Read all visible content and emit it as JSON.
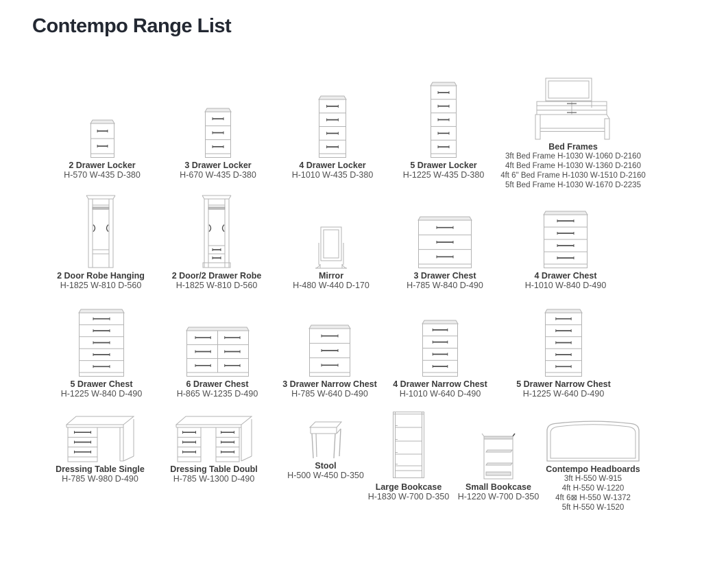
{
  "page": {
    "title": "Contempo Range List"
  },
  "colors": {
    "art_line": "#b3b3b3",
    "art_lid_fill": "#ececec",
    "handle": "#4f4f4f",
    "title_text": "#232832",
    "label_text": "#3a3a3a",
    "dims_text": "#4f4f4f"
  },
  "items": [
    {
      "name": "2 Drawer Locker",
      "dims": "H-570 W-435 D-380"
    },
    {
      "name": "3 Drawer Locker",
      "dims": "H-670 W-435 D-380"
    },
    {
      "name": "4 Drawer Locker",
      "dims": "H-1010 W-435 D-380"
    },
    {
      "name": "5 Drawer Locker",
      "dims": "H-1225 W-435 D-380"
    },
    {
      "name": "Bed Frames",
      "lines": [
        "3ft Bed Frame H-1030 W-1060 D-2160",
        "4ft Bed Frame H-1030 W-1360 D-2160",
        "4ft 6\" Bed Frame H-1030 W-1510 D-2160",
        "5ft Bed Frame H-1030 W-1670 D-2235"
      ]
    },
    {
      "name": "2 Door Robe Hanging",
      "dims": "H-1825 W-810 D-560"
    },
    {
      "name": "2 Door/2 Drawer Robe",
      "dims": "H-1825 W-810 D-560"
    },
    {
      "name": "Mirror",
      "dims": "H-480 W-440 D-170"
    },
    {
      "name": "3 Drawer Chest",
      "dims": "H-785 W-840 D-490"
    },
    {
      "name": "4 Drawer Chest",
      "dims": "H-1010 W-840 D-490"
    },
    {
      "name": "5 Drawer Chest",
      "dims": "H-1225 W-840 D-490"
    },
    {
      "name": "6 Drawer Chest",
      "dims": "H-865 W-1235 D-490"
    },
    {
      "name": "3 Drawer Narrow Chest",
      "dims": "H-785 W-640 D-490"
    },
    {
      "name": "4 Drawer Narrow Chest",
      "dims": "H-1010 W-640 D-490"
    },
    {
      "name": "5 Drawer Narrow Chest",
      "dims": "H-1225 W-640 D-490"
    },
    {
      "name": "Dressing Table Single",
      "dims": "H-785 W-980 D-490"
    },
    {
      "name": "Dressing Table Doubl",
      "dims": "H-785 W-1300 D-490"
    },
    {
      "name": "Stool",
      "dims": "H-500 W-450 D-350"
    },
    {
      "name": "Large Bookcase",
      "dims": "H-1830 W-700 D-350"
    },
    {
      "name": "Small Bookcase",
      "dims": "H-1220 W-700 D-350"
    },
    {
      "name": "Contempo Headboards",
      "lines": [
        "3ft H-550 W-915",
        "4ft H-550 W-1220",
        "4ft 6⊠ H-550 W-1372",
        "5ft H-550 W-1520"
      ]
    }
  ]
}
